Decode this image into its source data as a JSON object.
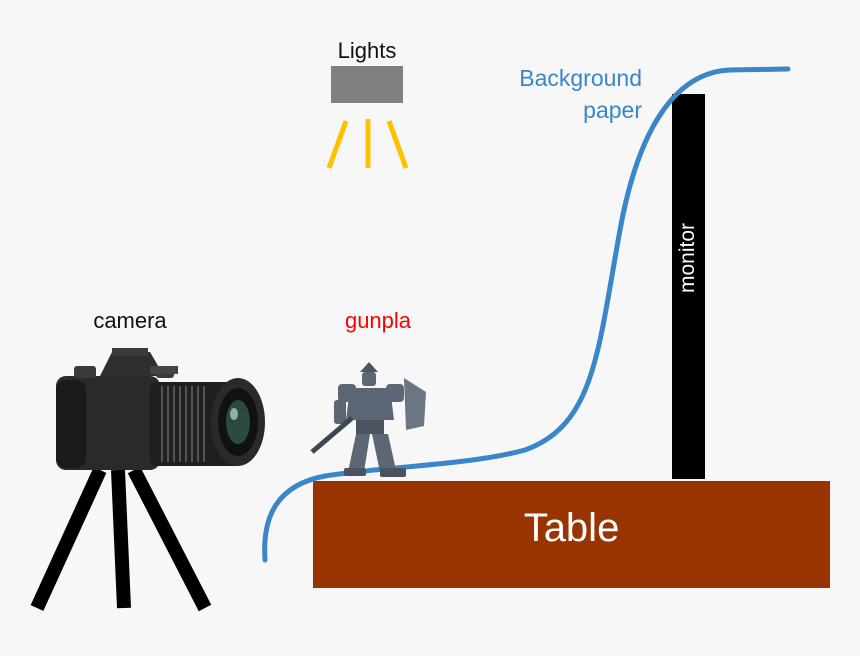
{
  "labels": {
    "lights": "Lights",
    "camera": "camera",
    "gunpla": "gunpla",
    "background_paper_line1": "Background",
    "background_paper_line2": "paper",
    "monitor": "monitor",
    "table": "Table"
  },
  "colors": {
    "background": "#f7f7f7",
    "default_text": "#111111",
    "gunpla_text": "#ff0000",
    "background_paper": "#3a86c8",
    "table": "#993300",
    "table_text": "#ffffff",
    "monitor": "#000000",
    "monitor_text": "#ffffff",
    "light_box": "#808080",
    "light_rays": "#ffc000",
    "tripod": "#000000"
  },
  "icons": {
    "camera": "dslr-camera-icon",
    "figure": "robot-figure-icon",
    "light": "light-box-icon"
  }
}
